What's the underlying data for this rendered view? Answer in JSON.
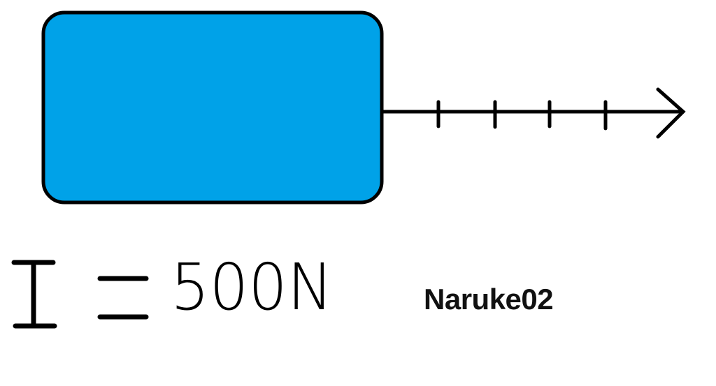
{
  "diagram": {
    "block_color": "#00a2e8",
    "force_arrow": {
      "direction": "right",
      "tick_count": 4
    },
    "equation": {
      "symbol": "I",
      "equals": "=",
      "value": "500N"
    },
    "signature": "Naruke02"
  }
}
